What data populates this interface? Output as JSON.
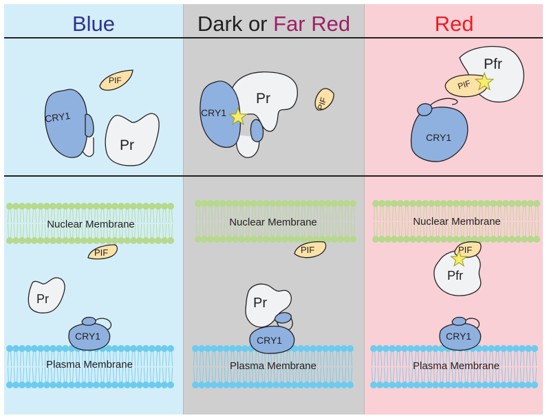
{
  "columns": [
    {
      "header_parts": [
        {
          "text": "Blue",
          "color": "#2e3192"
        }
      ],
      "background": "#d3eef8",
      "top_labels": {
        "cry": "CRY1",
        "pif": "PIF",
        "phy": "Pr"
      },
      "bottom_labels": {
        "nuclear": "Nuclear Membrane",
        "pif": "PIF",
        "phy": "Pr",
        "cry": "CRY1",
        "plasma": "Plasma Membrane"
      }
    },
    {
      "header_parts": [
        {
          "text": "Dark or ",
          "color": "#231f20"
        },
        {
          "text": "Far Red",
          "color": "#9e1f63"
        }
      ],
      "background": "#cfcfd0",
      "top_labels": {
        "cry": "CRY1",
        "pif": "PIF",
        "phy": "Pr"
      },
      "bottom_labels": {
        "nuclear": "Nuclear Membrane",
        "pif": "PIF",
        "phy": "Pr",
        "cry": "CRY1",
        "plasma": "Plasma Membrane"
      }
    },
    {
      "header_parts": [
        {
          "text": "Red",
          "color": "#ed1c24"
        }
      ],
      "background": "#f8d0d5",
      "top_labels": {
        "cry": "CRY1",
        "pif": "PIF",
        "phy": "Pfr"
      },
      "bottom_labels": {
        "nuclear": "Nuclear Membrane",
        "pif": "PIF",
        "phy": "Pfr",
        "cry": "CRY1",
        "plasma": "Plasma Membrane"
      }
    }
  ],
  "colors": {
    "cry": "#8fb1df",
    "phy": "#f1f2f4",
    "pif": "#fde2a8",
    "star": "#f6ee6b",
    "nuclear_membrane": "#b6d98c",
    "plasma_membrane": "#6ccbef",
    "divider": "#231f20",
    "stroke": "#231f20"
  }
}
